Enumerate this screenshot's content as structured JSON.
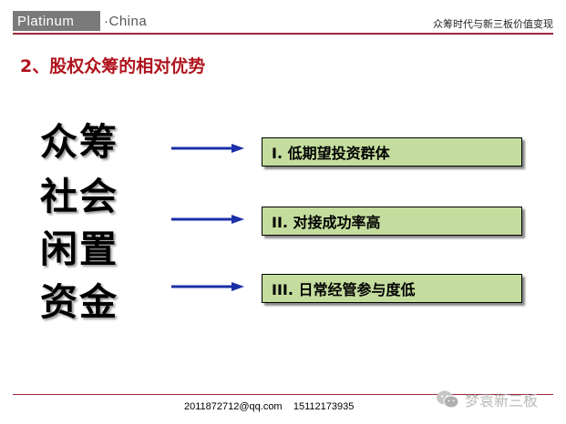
{
  "header": {
    "logo_left": "Platinum",
    "logo_right": "·China",
    "tagline": "众筹时代与新三板价值变现"
  },
  "title": "2、股权众筹的相对优势",
  "left_words": [
    "众筹",
    "社会",
    "闲置",
    "资金"
  ],
  "advantages": [
    {
      "label": "I.  低期望投资群体"
    },
    {
      "label": "II. 对接成功率高"
    },
    {
      "label": "III. 日常经管参与度低"
    }
  ],
  "footer": {
    "email": "2011872712@qq.com",
    "phone": "15112173935"
  },
  "watermark": {
    "text": "梦袁新三板",
    "icon": "wechat-icon"
  },
  "colors": {
    "title_red": "#b0141e",
    "rule": "#9a2a3a",
    "box_fill": "#c4dd9e",
    "arrow_blue": "#1a2fa8"
  }
}
